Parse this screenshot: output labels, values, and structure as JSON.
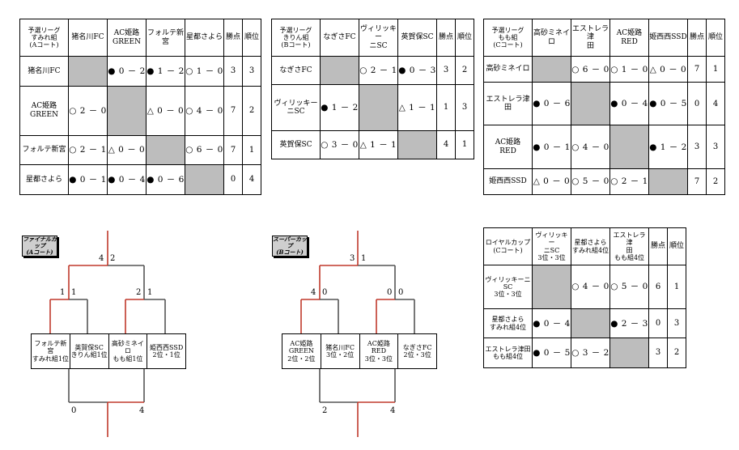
{
  "league1": {
    "title": "予選リーグ\nすみれ組\n(Aコート)",
    "teams": [
      "猪名川FC",
      "AC姫路\nGREEN",
      "フォルテ新\n宮",
      "星都さよら"
    ],
    "points_label": "勝点",
    "rank_label": "順位",
    "rows": [
      {
        "name": "猪名川FC",
        "cells": [
          "",
          "● 0 － 2",
          "● 1 － 2",
          "○ 1 － 0"
        ],
        "points": "3",
        "rank": "3"
      },
      {
        "name": "AC姫路\nGREEN",
        "cells": [
          "○ 2 － 0",
          "",
          "△ 0 － 0",
          "○ 4 － 0"
        ],
        "points": "7",
        "rank": "2"
      },
      {
        "name": "フォルテ新宮",
        "cells": [
          "○ 2 － 1",
          "△ 0 － 0",
          "",
          "○ 6 － 0"
        ],
        "points": "7",
        "rank": "1"
      },
      {
        "name": "星都さよら",
        "cells": [
          "● 0 － 1",
          "● 0 － 4",
          "● 0 － 6",
          ""
        ],
        "points": "0",
        "rank": "4"
      }
    ]
  },
  "league2": {
    "title": "予選リーグ\nきりん組\n(Bコート)",
    "teams": [
      "なぎさFC",
      "ヴィリッキー\nニSC",
      "英賀保SC"
    ],
    "points_label": "勝点",
    "rank_label": "順位",
    "rows": [
      {
        "name": "なぎさFC",
        "cells": [
          "",
          "○ 2 － 1",
          "● 0 － 3"
        ],
        "points": "3",
        "rank": "2"
      },
      {
        "name": "ヴィリッキーニSC",
        "cells": [
          "● 1 － 2",
          "",
          "△ 1 － 1"
        ],
        "points": "1",
        "rank": "3"
      },
      {
        "name": "英賀保SC",
        "cells": [
          "○ 3 － 0",
          "△ 1 － 1",
          ""
        ],
        "points": "4",
        "rank": "1"
      }
    ]
  },
  "league3": {
    "title": "予選リーグ\nもも組\n(Cコート)",
    "teams": [
      "高砂ミネイロ",
      "エストレラ津\n田",
      "AC姫路\nRED",
      "姫西西SSD"
    ],
    "points_label": "勝点",
    "rank_label": "順位",
    "rows": [
      {
        "name": "高砂ミネイロ",
        "cells": [
          "",
          "○ 6 － 0",
          "○ 1 － 0",
          "△ 0 － 0"
        ],
        "points": "7",
        "rank": "1"
      },
      {
        "name": "エストレラ津田",
        "cells": [
          "● 0 － 6",
          "",
          "● 0 － 4",
          "● 0 － 5"
        ],
        "points": "0",
        "rank": "4"
      },
      {
        "name": "AC姫路\nRED",
        "cells": [
          "● 0 － 1",
          "○ 4 － 0",
          "",
          "● 1 － 2"
        ],
        "points": "3",
        "rank": "3"
      },
      {
        "name": "姫西西SSD",
        "cells": [
          "△ 0 － 0",
          "○ 5 － 0",
          "○ 2 － 1",
          ""
        ],
        "points": "7",
        "rank": "2"
      }
    ]
  },
  "league4": {
    "title": "ロイヤルカップ\n(Cコート)",
    "teams": [
      "ヴィリッキー\nニSC\n3位・3位",
      "星都さよら\nすみれ組4位",
      "エストレラ津\n田\nもも組4位"
    ],
    "points_label": "勝点",
    "rank_label": "順位",
    "rows": [
      {
        "name": "ヴィリッキーニSC\n3位・3位",
        "cells": [
          "",
          "○ 4 － 0",
          "○ 5 － 0"
        ],
        "points": "6",
        "rank": "1"
      },
      {
        "name": "星都さよら\nすみれ組4位",
        "cells": [
          "● 0 － 4",
          "",
          "● 2 － 3"
        ],
        "points": "0",
        "rank": "3"
      },
      {
        "name": "エストレラ津田\nもも組4位",
        "cells": [
          "● 0 － 5",
          "○ 3 － 2",
          ""
        ],
        "points": "3",
        "rank": "2"
      }
    ]
  },
  "final_cup": {
    "badge": "ファイナルカップ\n(Aコート)",
    "top_scores": [
      "4",
      "2"
    ],
    "left_scores": [
      "1",
      "1"
    ],
    "right_scores": [
      "2",
      "1"
    ],
    "bottom_scores": [
      "0",
      "4"
    ],
    "teams": [
      "フォルテ新\n宮\nすみれ組1位",
      "英賀保SC\nきりん組1位",
      "高砂ミネイロ\nもも組1位",
      "姫西西SSD\n2位・1位"
    ]
  },
  "super_cup": {
    "badge": "スーパーカップ\n(Bコート)",
    "top_scores": [
      "3",
      "1"
    ],
    "left_scores": [
      "4",
      "0"
    ],
    "right_scores": [
      "0",
      "0"
    ],
    "bottom_scores": [
      "2",
      "4"
    ],
    "teams": [
      "AC姫路\nGREEN\n2位・2位",
      "猪名川FC\n3位・2位",
      "AC姫路\nRED\n3位・3位",
      "なぎさFC\n2位・3位"
    ]
  },
  "colors": {
    "winner_line": "#c0392b",
    "line": "#555555",
    "blank_cell": "#bdbdbd"
  }
}
